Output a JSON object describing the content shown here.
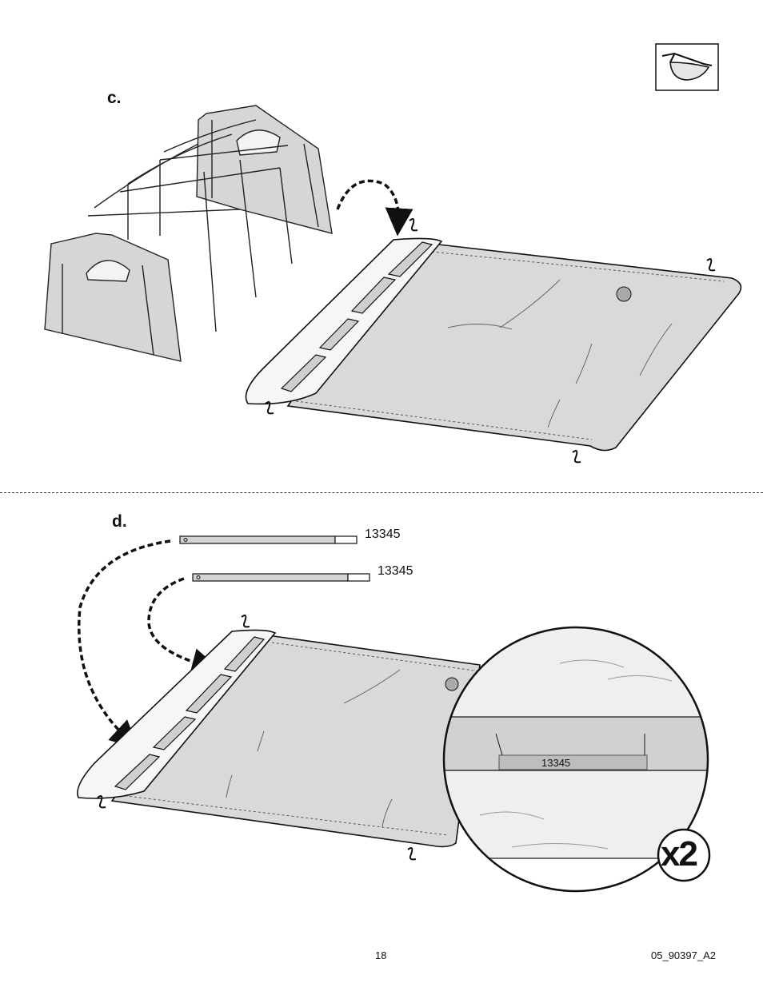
{
  "steps": {
    "c": {
      "label": "c."
    },
    "d": {
      "label": "d."
    }
  },
  "parts": {
    "pole_upper": "13345",
    "pole_lower": "13345",
    "detail_pole": "13345"
  },
  "detail": {
    "multiplier": "x2"
  },
  "footer": {
    "page_number": "18",
    "doc_code": "05_90397_A2"
  },
  "icons": [
    "safety-glasses-icon",
    "s-hook-icon"
  ]
}
